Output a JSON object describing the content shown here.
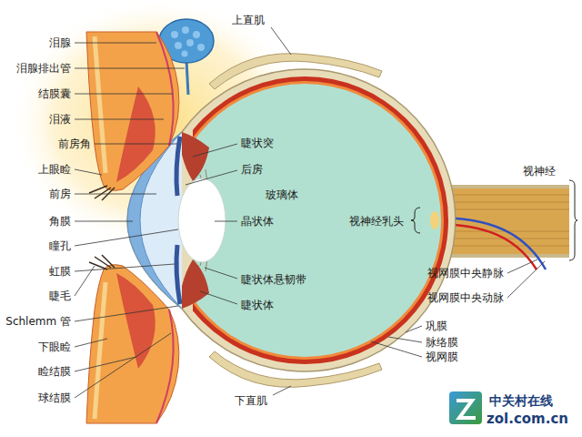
{
  "diagram": {
    "labels": [
      "泪腺",
      "泪腺排出管",
      "结膜囊",
      "泪液",
      "前房角",
      "上眼睑",
      "前房",
      "角膜",
      "瞳孔",
      "虹膜",
      "睫毛",
      "Schlemm 管",
      "下眼睑",
      "睑结膜",
      "球结膜",
      "上直肌",
      "睫状突",
      "后房",
      "玻璃体",
      "晶状体",
      "视神经乳头",
      "睫状体悬韧带",
      "睫状体",
      "下直肌",
      "视神经",
      "视网膜中央静脉",
      "视网膜中央动脉",
      "巩膜",
      "脉络膜",
      "视网膜",
      "中关村在线",
      "zol.com.cn"
    ]
  }
}
